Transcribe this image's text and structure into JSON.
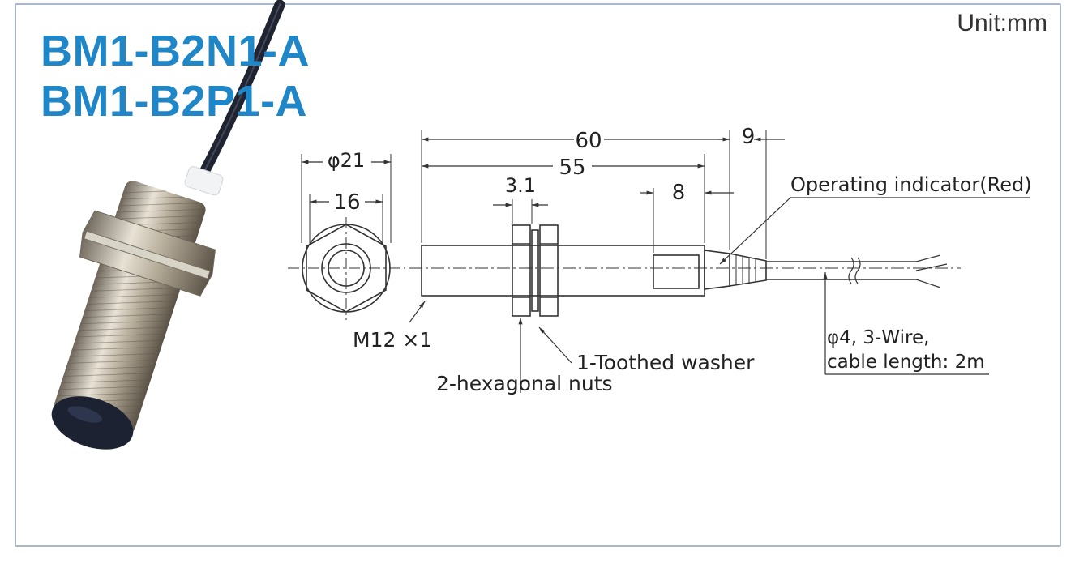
{
  "title_lines": [
    "BM1-B2N1-A",
    "BM1-B2P1-A"
  ],
  "unit_label": "Unit:mm",
  "dimensions": {
    "outer_diameter": "φ21",
    "across_flats": "16",
    "nut_thickness": "3.1",
    "total_length": "60",
    "thread_length": "55",
    "indicator_length": "8",
    "tail_length": "9"
  },
  "callouts": {
    "thread": "M12 ×1",
    "washer": "1-Toothed washer",
    "nuts": "2-hexagonal nuts",
    "indicator": "Operating indicator(Red)",
    "cable_line1": "φ4, 3-Wire,",
    "cable_line2": "cable length: 2m"
  },
  "colors": {
    "title": "#1f86c8",
    "frame": "#a9b7c8",
    "line": "#333333"
  }
}
